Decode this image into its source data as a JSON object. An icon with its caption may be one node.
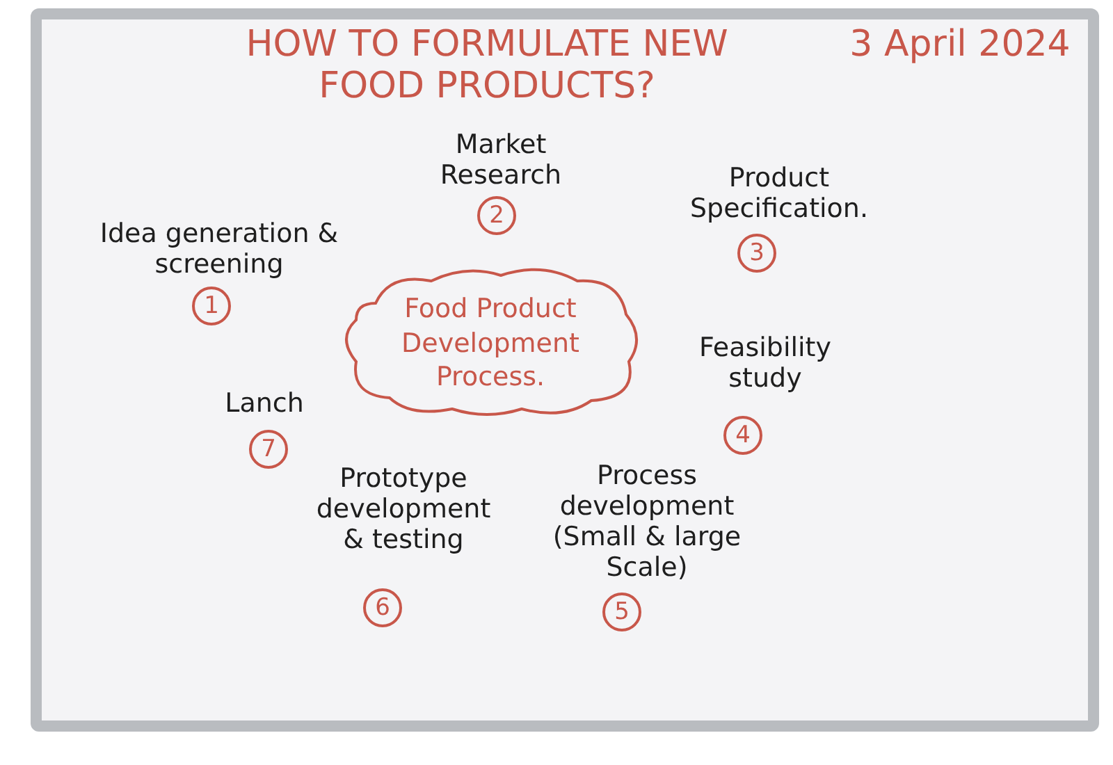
{
  "diagram": {
    "title": "HOW TO FORMULATE NEW FOOD PRODUCTS?",
    "nodes": [
      {
        "text": [
          "Food Product Development Process."
        ]
      },
      {
        "text": [
          "1"
        ],
        "beside": [
          "Idea generation & screening"
        ]
      },
      {
        "text": [
          "2"
        ],
        "beside": [
          "Market Research"
        ]
      },
      {
        "text": [
          "3"
        ],
        "beside": [
          "Product Specification."
        ]
      },
      {
        "text": [
          "4"
        ],
        "beside": [
          "Feasibility study"
        ]
      },
      {
        "text": [
          "5"
        ],
        "beside": [
          "Process development (Small & large Scale)"
        ]
      },
      {
        "text": [
          "6"
        ],
        "beside": [
          "Prototype development & testing"
        ]
      },
      {
        "text": [
          "7"
        ],
        "beside": [
          "Lanch"
        ]
      }
    ],
    "labels": [
      "3 April 2024"
    ]
  }
}
